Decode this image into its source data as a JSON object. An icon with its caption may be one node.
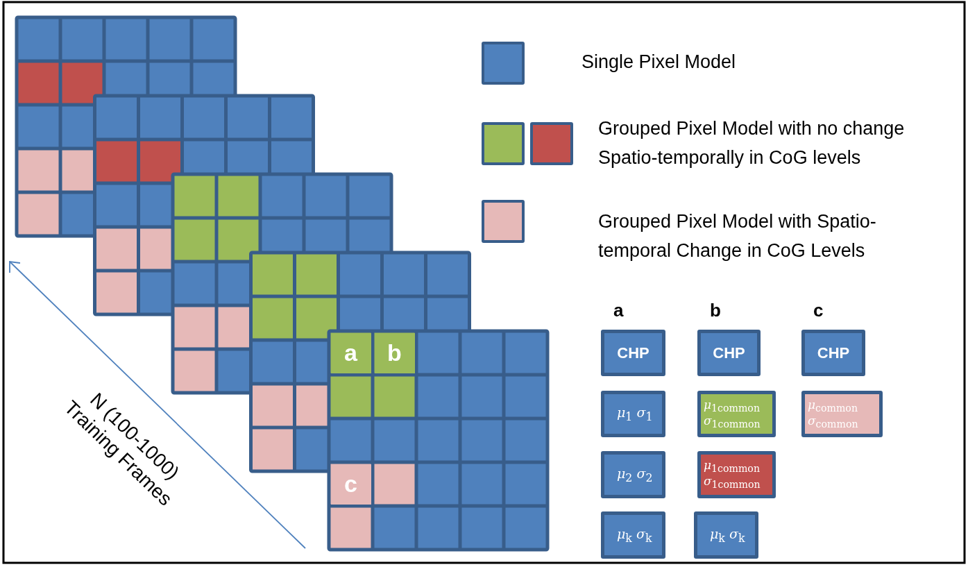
{
  "diagram": {
    "nodes": [
      {
        "text": [
          "a"
        ]
      },
      {
        "text": [
          "b"
        ]
      },
      {
        "text": [
          "c"
        ]
      },
      {
        "text": [
          "CHP"
        ]
      },
      {
        "text": [
          "CHP"
        ]
      },
      {
        "text": [
          "CHP"
        ]
      },
      {
        "text": [
          "*μ*$_{1}$ *σ*$_{1}$"
        ]
      },
      {
        "text": [
          "*μ*$_{1common}$ *σ*$_{1common}$"
        ]
      },
      {
        "text": [
          "*μ*$_{common}$ *σ*$_{common}$"
        ]
      },
      {
        "text": [
          "*μ*$_{2}$ *σ*$_{2}$"
        ]
      },
      {
        "text": [
          "*μ*$_{1common}$ *σ*$_{1common}$"
        ]
      },
      {
        "text": [
          "*μ*$_{k}$ *σ*$_{k}$"
        ]
      },
      {
        "text": [
          "*μ*$_{k}$ *σ*$_{k}$"
        ]
      }
    ],
    "edges": [],
    "labels": [
      "a",
      "b",
      "c",
      "N (100-1000) Training Frames"
    ],
    "legend": [
      {
        "text": "Single Pixel Model",
        "color": "#4f81bd"
      },
      {
        "text": "Grouped Pixel Model with no change Spatio-temporally in CoG levels"
      },
      {
        "text": "Grouped Pixel Model with Spatio-temporal Change in CoG Levels",
        "color": "#e6b9b8"
      }
    ]
  }
}
